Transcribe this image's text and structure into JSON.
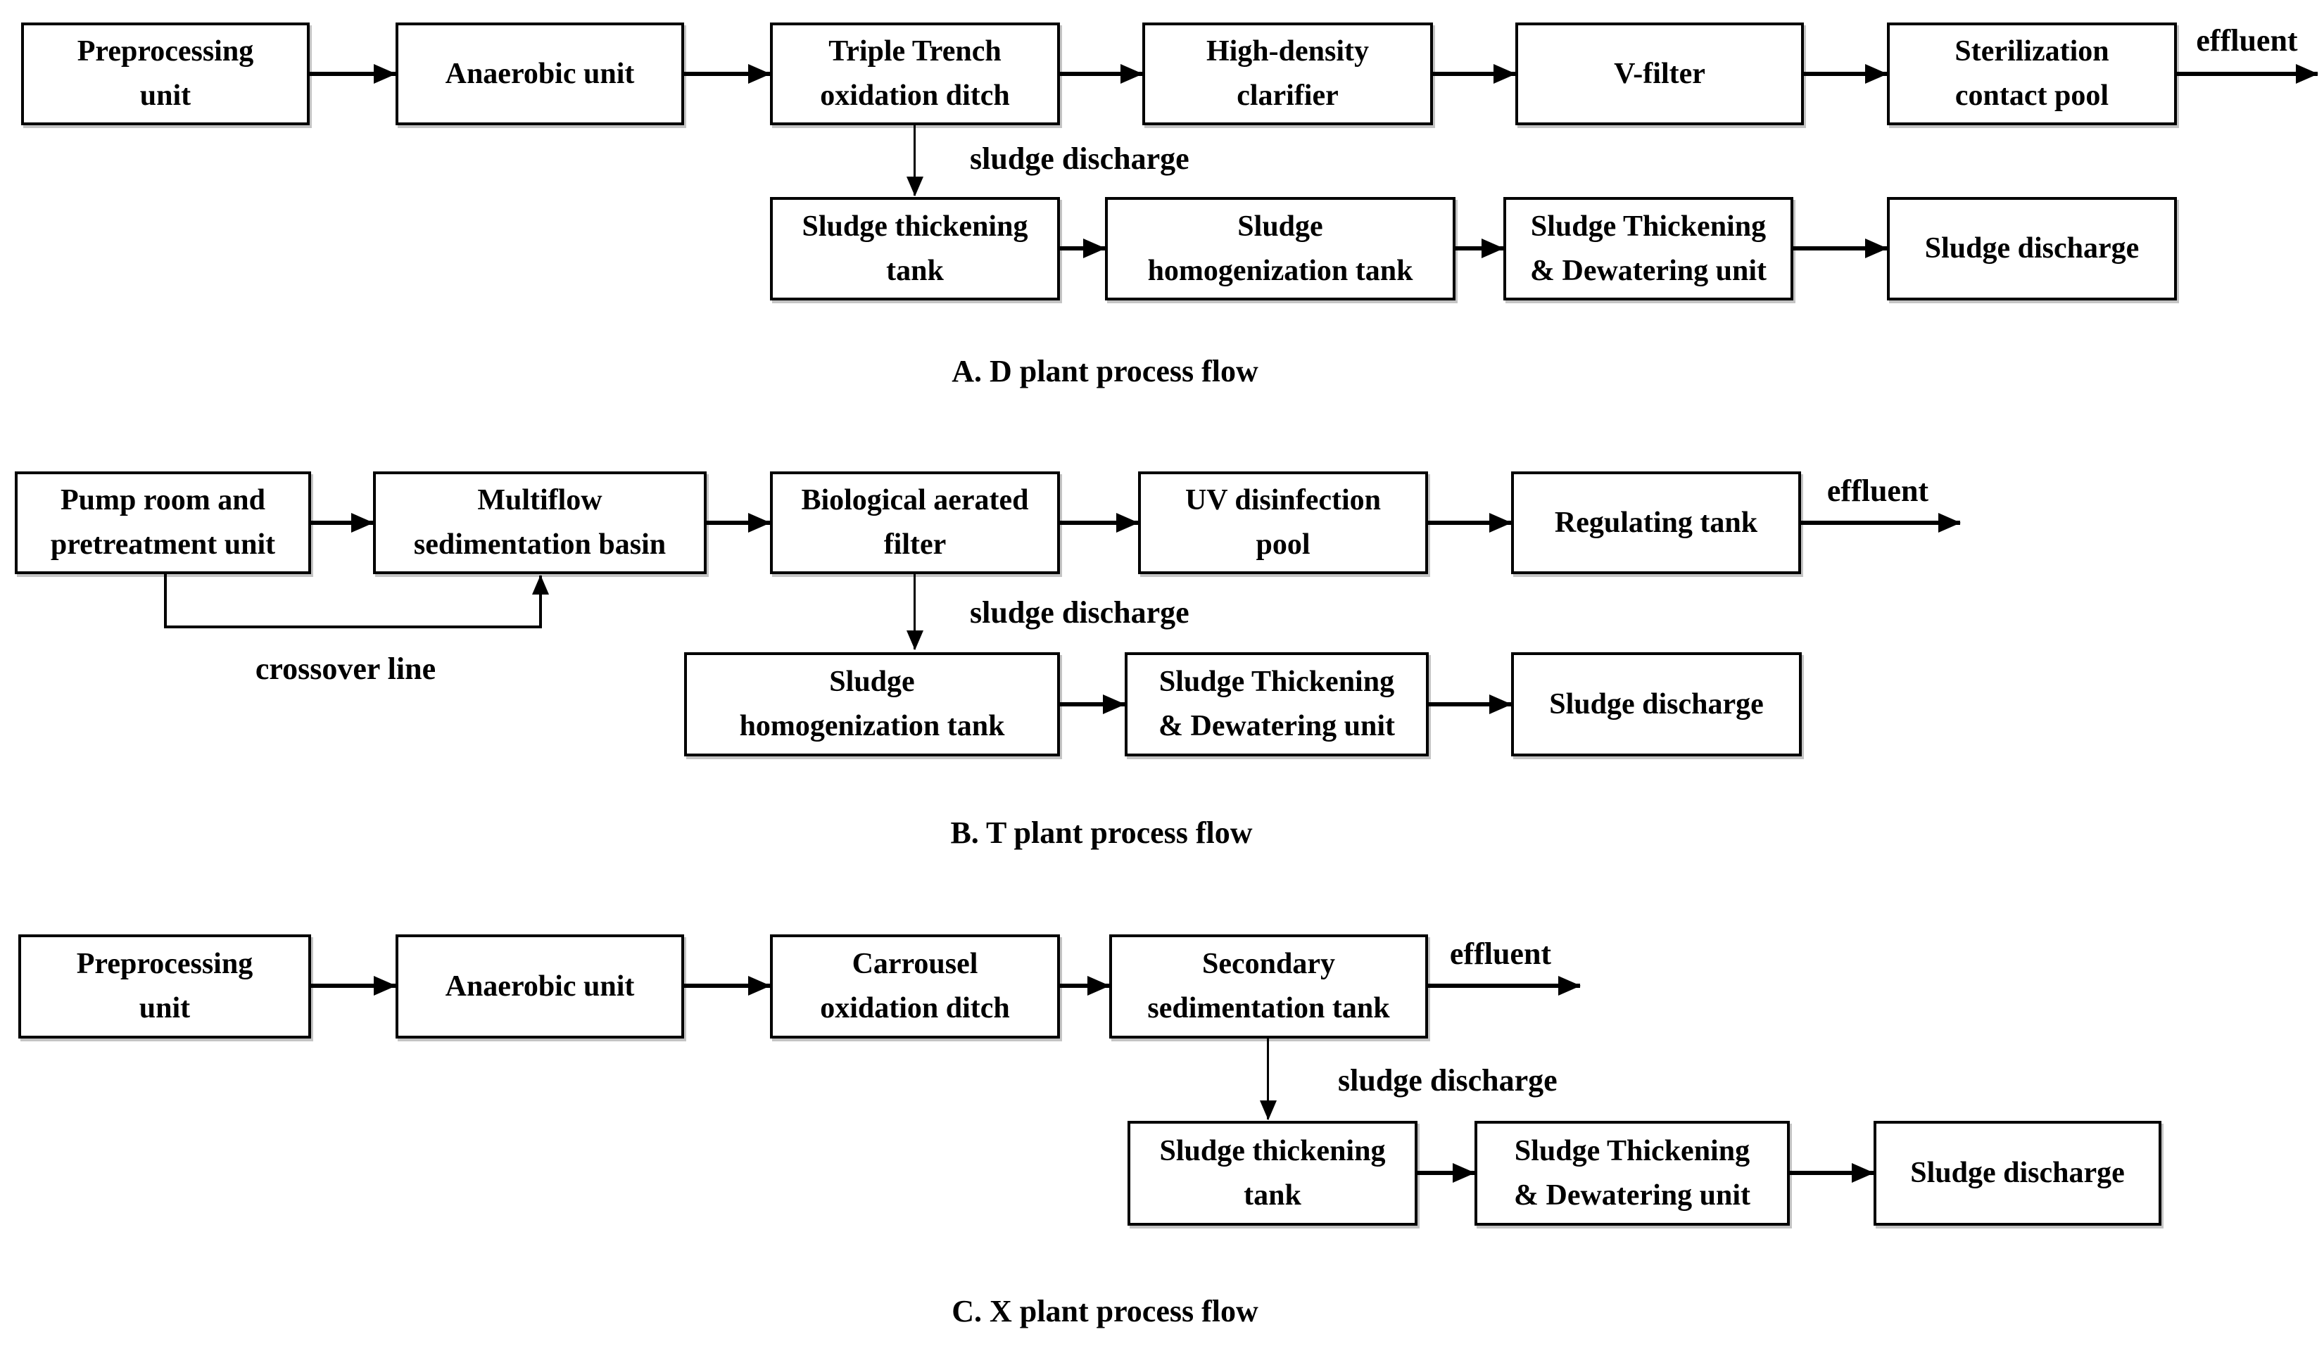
{
  "figure": {
    "background_color": "#ffffff",
    "line_color": "#000000",
    "text_color": "#000000"
  },
  "labels": {
    "effluent": "effluent",
    "sludge_discharge": "sludge discharge",
    "crossover_line": "crossover line"
  },
  "sections": [
    {
      "id": "A",
      "caption": "A. D plant process flow",
      "main_row": [
        "Preprocessing\nunit",
        "Anaerobic unit",
        "Triple Trench\noxidation ditch",
        "High-density\nclarifier",
        "V-filter",
        "Sterilization\ncontact pool"
      ],
      "sludge_row": [
        "Sludge thickening\ntank",
        "Sludge\nhomogenization tank",
        "Sludge Thickening\n& Dewatering unit",
        "Sludge discharge"
      ]
    },
    {
      "id": "B",
      "caption": "B. T plant process flow",
      "main_row": [
        "Pump room and\npretreatment unit",
        "Multiflow\nsedimentation basin",
        "Biological aerated\nfilter",
        "UV disinfection\npool",
        "Regulating tank"
      ],
      "sludge_row": [
        "Sludge\nhomogenization tank",
        "Sludge Thickening\n& Dewatering unit",
        "Sludge discharge"
      ]
    },
    {
      "id": "C",
      "caption": "C. X plant process flow",
      "main_row": [
        "Preprocessing\nunit",
        "Anaerobic unit",
        "Carrousel\noxidation ditch",
        "Secondary\nsedimentation tank"
      ],
      "sludge_row": [
        "Sludge thickening\ntank",
        "Sludge Thickening\n& Dewatering unit",
        "Sludge discharge"
      ]
    }
  ]
}
